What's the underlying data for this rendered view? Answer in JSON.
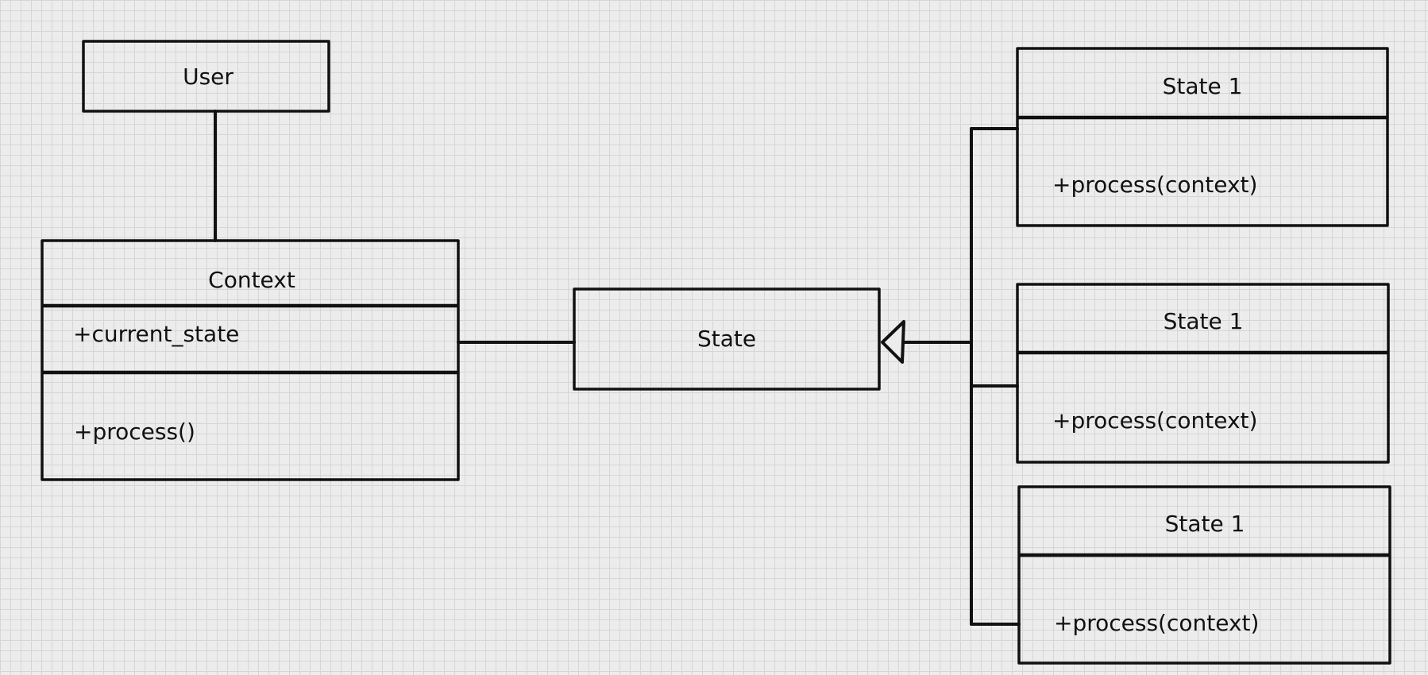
{
  "user": {
    "name": "User"
  },
  "context": {
    "name": "Context",
    "attribute": "+current_state",
    "method": "+process()"
  },
  "state": {
    "name": "State"
  },
  "concrete_states": [
    {
      "name": "State 1",
      "method": "+process(context)"
    },
    {
      "name": "State 1",
      "method": "+process(context)"
    },
    {
      "name": "State 1",
      "method": "+process(context)"
    }
  ]
}
